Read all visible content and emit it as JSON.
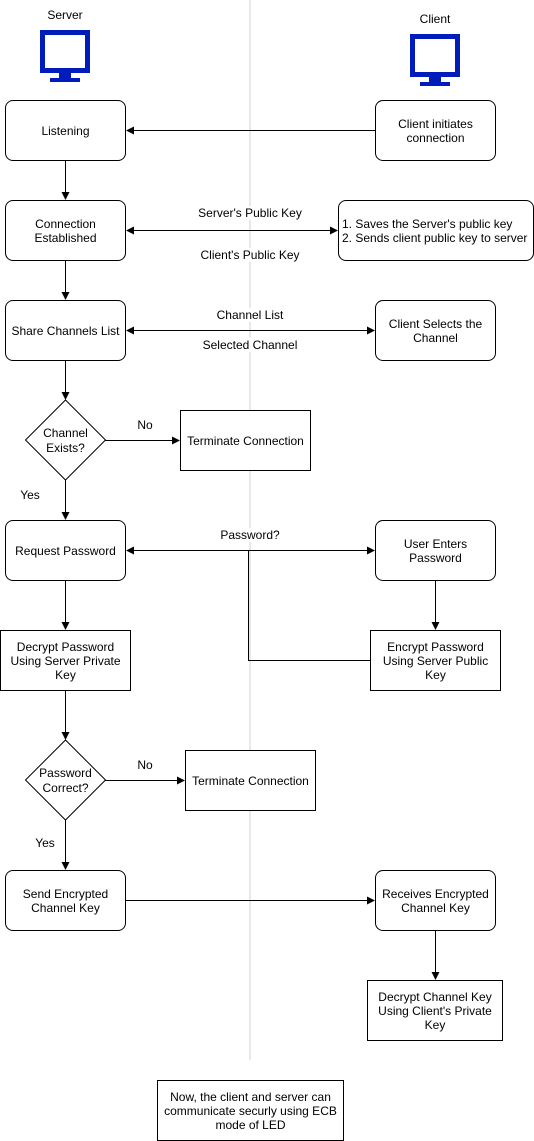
{
  "headers": {
    "server": "Server",
    "client": "Client"
  },
  "icons": {
    "server": "monitor-icon",
    "client": "monitor-icon",
    "color": "#001DBC"
  },
  "nodes": {
    "listening": "Listening",
    "client_initiates": "Client initiates\nconnection",
    "connection_established": "Connection\nEstablished",
    "client_saves": "1. Saves the Server's public key\n2.  Sends client public key to server",
    "share_channels": "Share Channels List",
    "client_selects": "Client Selects the\nChannel",
    "channel_exists": "Channel\nExists?",
    "terminate_1": "Terminate Connection",
    "request_password": "Request Password",
    "user_enters": "User Enters\nPassword",
    "decrypt_password": "Decrypt Password\nUsing Server Private\nKey",
    "encrypt_password": "Encrypt Password\nUsing Server Public\nKey",
    "password_correct": "Password\nCorrect?",
    "terminate_2": "Terminate Connection",
    "send_channel_key": "Send Encrypted\nChannel Key",
    "receives_channel_key": "Receives Encrypted\nChannel Key",
    "decrypt_channel_key": "Decrypt Channel Key\nUsing Client's Private\nKey",
    "final_note": "Now, the client and server can\ncommunicate securly using ECB\nmode of LED"
  },
  "edge_labels": {
    "server_public_key": "Server's Public Key",
    "client_public_key": "Client's Public Key",
    "channel_list": "Channel List",
    "selected_channel": "Selected Channel",
    "no_1": "No",
    "yes_1": "Yes",
    "password_q": "Password?",
    "no_2": "No",
    "yes_2": "Yes"
  }
}
